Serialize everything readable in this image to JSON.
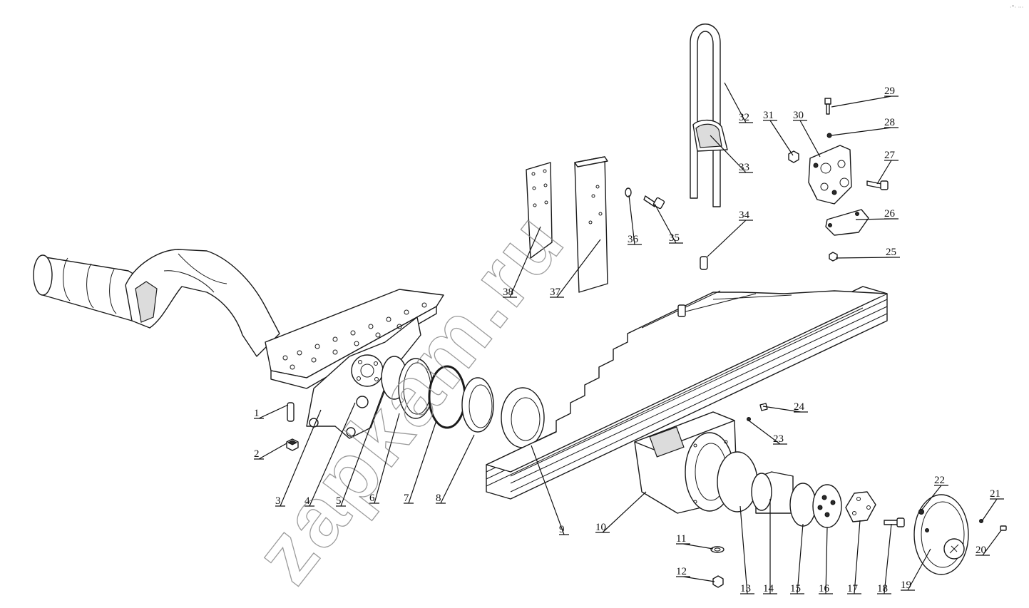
{
  "watermark": "zapkam.ru",
  "corner_mark": "·°· ···",
  "callouts": [
    {
      "n": "1"
    },
    {
      "n": "2"
    },
    {
      "n": "3"
    },
    {
      "n": "4"
    },
    {
      "n": "5"
    },
    {
      "n": "6"
    },
    {
      "n": "7"
    },
    {
      "n": "8"
    },
    {
      "n": "9"
    },
    {
      "n": "10"
    },
    {
      "n": "11"
    },
    {
      "n": "12"
    },
    {
      "n": "13"
    },
    {
      "n": "14"
    },
    {
      "n": "15"
    },
    {
      "n": "16"
    },
    {
      "n": "17"
    },
    {
      "n": "18"
    },
    {
      "n": "19"
    },
    {
      "n": "20"
    },
    {
      "n": "21"
    },
    {
      "n": "22"
    },
    {
      "n": "23"
    },
    {
      "n": "24"
    },
    {
      "n": "25"
    },
    {
      "n": "26"
    },
    {
      "n": "27"
    },
    {
      "n": "28"
    },
    {
      "n": "29"
    },
    {
      "n": "30"
    },
    {
      "n": "31"
    },
    {
      "n": "32"
    },
    {
      "n": "33"
    },
    {
      "n": "34"
    },
    {
      "n": "35"
    },
    {
      "n": "36"
    },
    {
      "n": "37"
    },
    {
      "n": "38"
    }
  ]
}
